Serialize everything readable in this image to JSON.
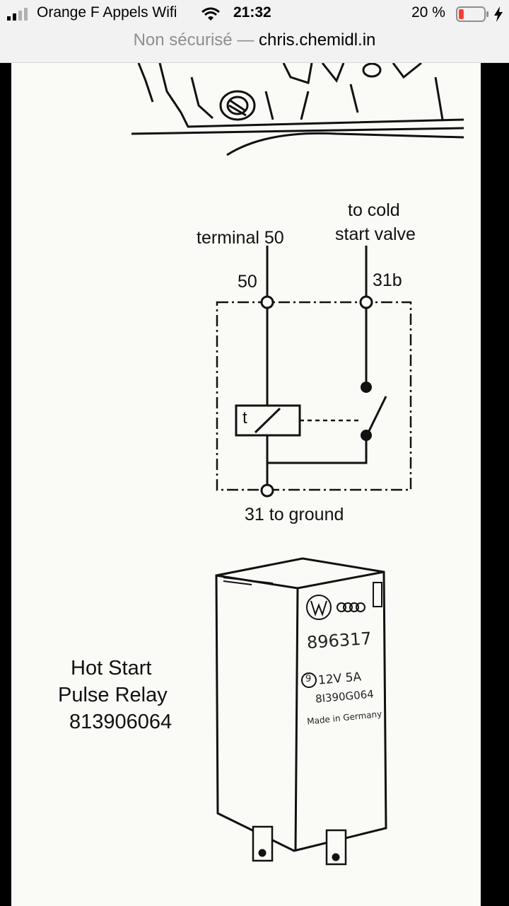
{
  "status_bar": {
    "carrier": "Orange F Appels Wifi",
    "time": "21:32",
    "battery_percent": "20 %",
    "battery_level": 0.2,
    "icons": [
      "signal-bars-icon",
      "wifi-icon",
      "battery-low-icon",
      "charging-bolt-icon"
    ]
  },
  "address_bar": {
    "security_label": "Non sécurisé —",
    "domain": "chris.chemidl.in"
  },
  "diagram": {
    "terminal_50_label": "terminal 50",
    "pin_50": "50",
    "cold_start_line1": "to cold",
    "cold_start_line2": "start valve",
    "pin_31b": "31b",
    "timer_symbol": "t",
    "ground_label": "31 to ground"
  },
  "relay": {
    "title_line1": "Hot Start",
    "title_line2": "Pulse Relay",
    "part_number": "813906064",
    "stamp_number": "896317",
    "stamp_rating": "12V 5A",
    "stamp_circle": "9",
    "stamp_code": "8I390G064",
    "stamp_origin": "Made in Germany"
  }
}
